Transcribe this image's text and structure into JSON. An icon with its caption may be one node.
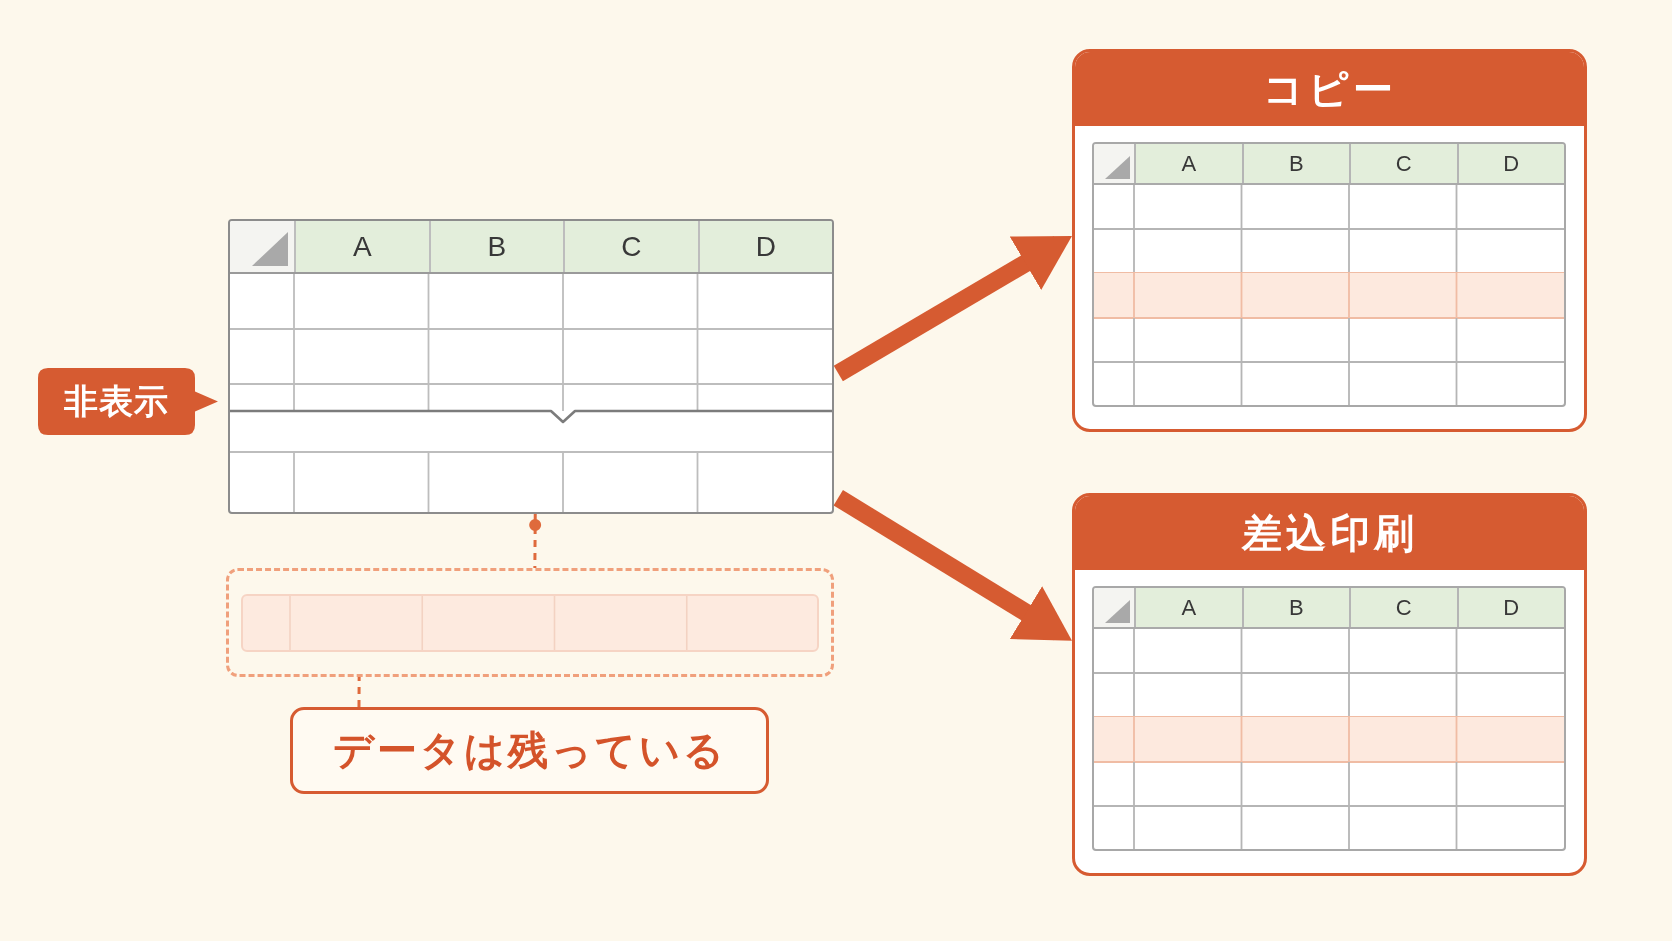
{
  "diagram": {
    "nodes": [
      {
        "text": [
          "A",
          "B",
          "C",
          "D"
        ]
      },
      {
        "text": [
          "非表示"
        ]
      },
      {
        "text": [],
        "shape": "box"
      },
      {
        "text": [
          "データは残っている"
        ]
      },
      {
        "text": [
          "コピー"
        ]
      },
      {
        "text": [
          "A",
          "B",
          "C",
          "D"
        ],
        "in": 4
      },
      {
        "text": [
          "差込印刷"
        ]
      },
      {
        "text": [
          "A",
          "B",
          "C",
          "D"
        ],
        "in": 6
      }
    ],
    "edges": [
      {
        "from": 0,
        "to": 4,
        "arrow": "to",
        "style": "thick"
      },
      {
        "from": 0,
        "to": 6,
        "arrow": "to",
        "style": "thick"
      },
      {
        "from": 0,
        "to": 2,
        "arrow": "other",
        "style": "dashed"
      },
      {
        "from": 3,
        "to": 2,
        "arrow": "none",
        "style": "dashed"
      }
    ]
  }
}
